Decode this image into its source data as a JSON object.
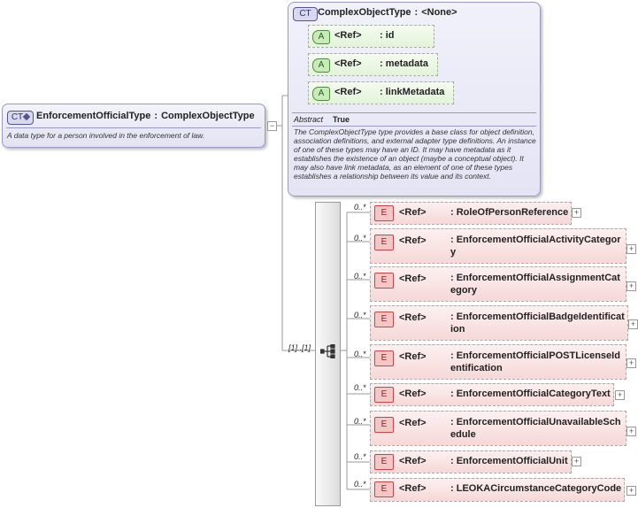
{
  "main_type": {
    "badge": "CT",
    "name": "EnforcementOfficialType",
    "separator": ":",
    "base": "ComplexObjectType",
    "description": "A data type for a person involved in the enforcement of law."
  },
  "base_type": {
    "badge": "CT",
    "name": "ComplexObjectType",
    "separator": ":",
    "base": "<None>",
    "attributes": [
      {
        "badge": "A",
        "ref": "<Ref>",
        "name": ": id"
      },
      {
        "badge": "A",
        "ref": "<Ref>",
        "name": ": metadata"
      },
      {
        "badge": "A",
        "ref": "<Ref>",
        "name": ": linkMetadata"
      }
    ],
    "abstract_label": "Abstract",
    "abstract_value": "True",
    "description": "The ComplexObjectType type provides a base class for object definition, association definitions, and external adapter type definitions. An instance of one of these types may have an ID. It may have metadata as it establishes the existence of an object (maybe a conceptual object). It may also have link metadata, as an element of one of these types establishes a relationship between its value and its context."
  },
  "sequence": {
    "cardinality": "[1]..[1]"
  },
  "elements": [
    {
      "badge": "E",
      "ref": "<Ref>",
      "cardinality": "0..*",
      "name": ": RoleOfPersonReference"
    },
    {
      "badge": "E",
      "ref": "<Ref>",
      "cardinality": "0..*",
      "name": ": EnforcementOfficialActivityCategory"
    },
    {
      "badge": "E",
      "ref": "<Ref>",
      "cardinality": "0..*",
      "name": ": EnforcementOfficialAssignmentCategory"
    },
    {
      "badge": "E",
      "ref": "<Ref>",
      "cardinality": "0..*",
      "name": ": EnforcementOfficialBadgeIdentification"
    },
    {
      "badge": "E",
      "ref": "<Ref>",
      "cardinality": "0..*",
      "name": ": EnforcementOfficialPOSTLicenseIdentification"
    },
    {
      "badge": "E",
      "ref": "<Ref>",
      "cardinality": "0..*",
      "name": ": EnforcementOfficialCategoryText"
    },
    {
      "badge": "E",
      "ref": "<Ref>",
      "cardinality": "0..*",
      "name": ": EnforcementOfficialUnavailableSchedule"
    },
    {
      "badge": "E",
      "ref": "<Ref>",
      "cardinality": "0..*",
      "name": ": EnforcementOfficialUnit"
    },
    {
      "badge": "E",
      "ref": "<Ref>",
      "cardinality": "0..*",
      "name": ": LEOKACircumstanceCategoryCode"
    }
  ]
}
